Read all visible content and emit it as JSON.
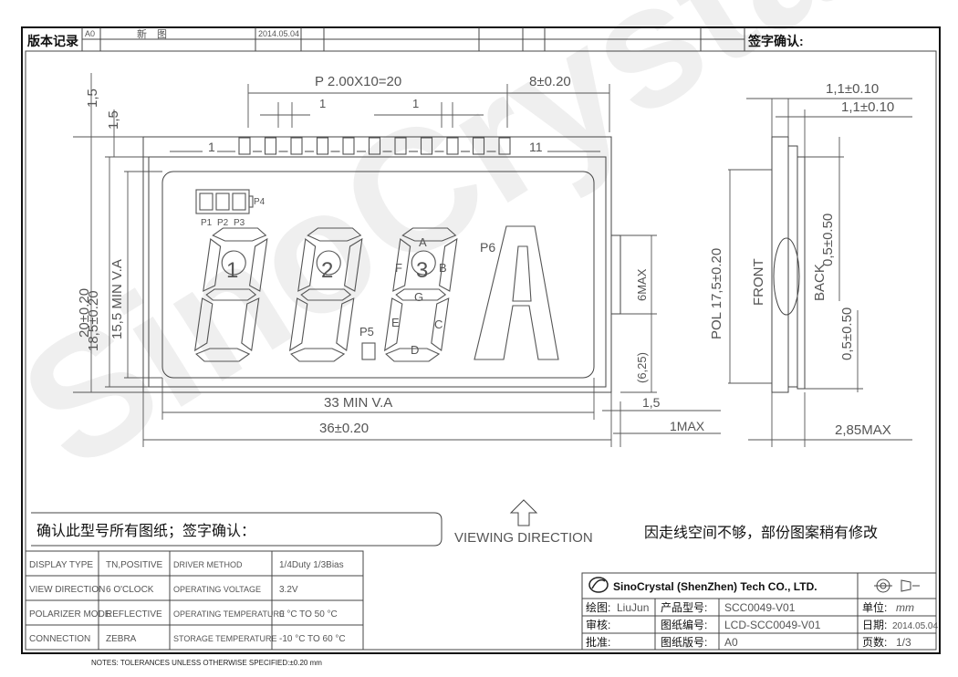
{
  "revision": {
    "label": "版本记录",
    "rows": [
      {
        "rev": "A0",
        "desc": "新　图",
        "date": "2014.05.04"
      }
    ],
    "sign_label": "签字确认:"
  },
  "watermark": "SinoCrystal",
  "drawing": {
    "pin_pitch": "P 2.00X10=20",
    "pin_offset": "8±0.20",
    "pin_spacing_a": "1",
    "pin_spacing_b": "1",
    "pin_first": "1",
    "pin_last": "11",
    "top_a": "1,5",
    "top_b": "1,5",
    "height_outer": "20±0.20",
    "height_mid": "18,5±0.20",
    "height_va": "15,5 MIN V.A",
    "width_va": "33 MIN V.A",
    "width_outer": "36±0.20",
    "right_gap": "1,5",
    "right_max": "1MAX",
    "pin_len": "6MAX",
    "pin_rest": "(6,25)",
    "pol_len": "POL 17,5±0.20",
    "front": "FRONT",
    "back": "BACK",
    "back_a": "0,5±0.50",
    "back_b": "0,5±0.50",
    "thick_a": "1,1±0.10",
    "thick_b": "1,1±0.10",
    "thick_total": "2,85MAX",
    "icons": {
      "p1": "P1",
      "p2": "P2",
      "p3": "P3",
      "p4": "P4",
      "p5": "P5",
      "p6": "P6"
    },
    "digits": {
      "d1": "1",
      "d2": "2",
      "d3": "3",
      "seg_a": "A",
      "seg_b": "B",
      "seg_c": "C",
      "seg_d": "D",
      "seg_e": "E",
      "seg_f": "F",
      "seg_g": "G",
      "big": "A"
    },
    "viewing": "VIEWING  DIRECTION",
    "note_right": "因走线空间不够，部份图案稍有修改"
  },
  "confirm_text": "确认此型号所有图纸；签字确认：",
  "specs": [
    {
      "k1": "DISPLAY TYPE",
      "v1": "TN,POSITIVE",
      "k2": "DRIVER METHOD",
      "v2": "1/4Duty 1/3Bias"
    },
    {
      "k1": "VIEW DIRECTION",
      "v1": "6 O'CLOCK",
      "k2": "OPERATING VOLTAGE",
      "v2": "3.2V"
    },
    {
      "k1": "POLARIZER MODE",
      "v1": "REFLECTIVE",
      "k2": "OPERATING TEMPERATURE",
      "v2": "0 °C TO 50 °C"
    },
    {
      "k1": "CONNECTION",
      "v1": "ZEBRA",
      "k2": "STORAGE TEMPERATURE",
      "v2": "-10 °C TO 60 °C"
    }
  ],
  "title_block": {
    "company": "SinoCrystal (ShenZhen) Tech CO., LTD.",
    "draw_label": "绘图:",
    "draw_val": "LiuJun",
    "model_label": "产品型号:",
    "model_val": "SCC0049-V01",
    "unit_label": "单位:",
    "unit_val": "mm",
    "check_label": "审核:",
    "dwgno_label": "图纸编号:",
    "dwgno_val": "LCD-SCC0049-V01",
    "date_label": "日期:",
    "date_val": "2014.05.04",
    "approve_label": "批准:",
    "ver_label": "图纸版号:",
    "ver_val": "A0",
    "page_label": "页数:",
    "page_val": "1/3"
  },
  "notes": "NOTES: TOLERANCES UNLESS OTHERWISE SPECIFIED:±0.20 mm"
}
